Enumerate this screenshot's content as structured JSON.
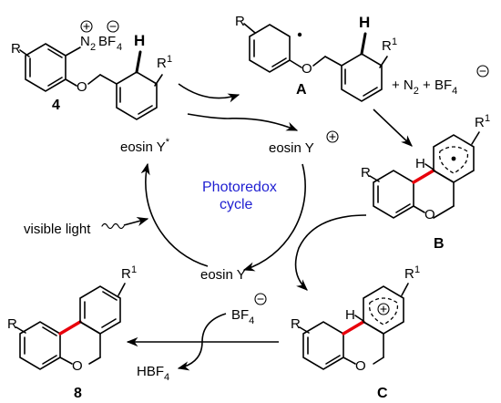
{
  "colors": {
    "cycle_text": "#1f1fd1",
    "new_bond": "#e8000b",
    "ink": "#000000"
  },
  "cycle": {
    "title_line1": "Photoredox",
    "title_line2": "cycle"
  },
  "species": {
    "eosin_excited": "eosin Y",
    "eosin_excited_mark": "*",
    "eosin_radical_cation": "eosin Y",
    "eosin_ground": "eosin Y",
    "visible_light": "visible light"
  },
  "compounds": {
    "c4": "4",
    "A": "A",
    "B": "B",
    "C": "C",
    "c8": "8"
  },
  "atoms": {
    "R": "R",
    "R1": "R",
    "R1_sup": "1",
    "O": "O",
    "H": "H",
    "N2": "N",
    "N2_sub": "2",
    "BF4": "BF",
    "BF4_sub": "4",
    "HBF4": "HBF",
    "HBF4_sub": "4"
  },
  "byproducts": {
    "text1": "+ N",
    "sub1": "2",
    "text2": " + BF",
    "sub2": "4"
  }
}
